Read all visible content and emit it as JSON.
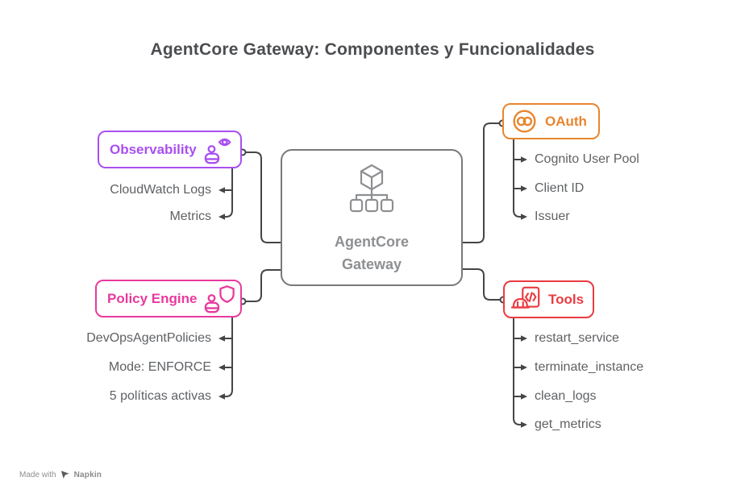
{
  "title": "AgentCore Gateway: Componentes y Funcionalidades",
  "center": {
    "icon": "gateway-hub-icon",
    "label_line1": "AgentCore",
    "label_line2": "Gateway"
  },
  "branches": {
    "observability": {
      "label": "Observability",
      "icon": "robot-eye-icon",
      "accent": "#a950f0",
      "children": [
        "CloudWatch Logs",
        "Metrics"
      ]
    },
    "policy_engine": {
      "label": "Policy Engine",
      "icon": "robot-shield-icon",
      "accent": "#e83a9d",
      "children": [
        "DevOpsAgentPolicies",
        "Mode: ENFORCE",
        "5 políticas activas"
      ]
    },
    "oauth": {
      "label": "OAuth",
      "icon": "oauth-rings-icon",
      "accent": "#e8862e",
      "children": [
        "Cognito User Pool",
        "Client ID",
        "Issuer"
      ]
    },
    "tools": {
      "label": "Tools",
      "icon": "code-helmet-icon",
      "accent": "#ea3b40",
      "children": [
        "restart_service",
        "terminate_instance",
        "clean_logs",
        "get_metrics"
      ]
    }
  },
  "footer": {
    "made_with": "Made with",
    "brand": "Napkin"
  },
  "colors": {
    "background": "#ffffff",
    "title_text": "#4b4d50",
    "connector": "#454547",
    "leaf_text": "#5f6164",
    "center_text": "#8d8f92",
    "center_border": "#77797c"
  }
}
